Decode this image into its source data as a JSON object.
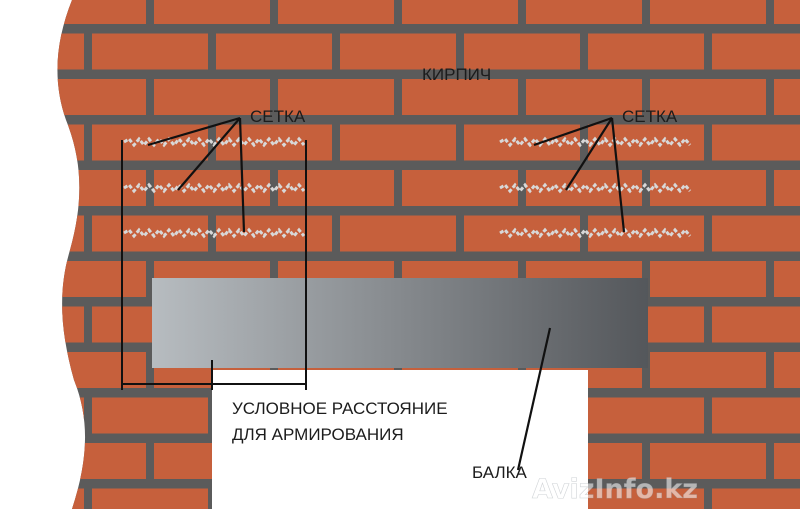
{
  "labels": {
    "brick": "КИРПИЧ",
    "mesh_left": "СЕТКА",
    "mesh_right": "СЕТКА",
    "distance_line1": "УСЛОВНОЕ РАССТОЯНИЕ",
    "distance_line2": "ДЛЯ АРМИРОВАНИЯ",
    "beam": "БАЛКА"
  },
  "watermark": "AvizInfo.kz",
  "colors": {
    "brick": "#c6603c",
    "mortar": "#5b5b5b",
    "beam_light": "#b7bcc0",
    "beam_dark": "#54575b",
    "mesh": "#d8d8d8",
    "line": "#111111",
    "background": "#ffffff"
  }
}
